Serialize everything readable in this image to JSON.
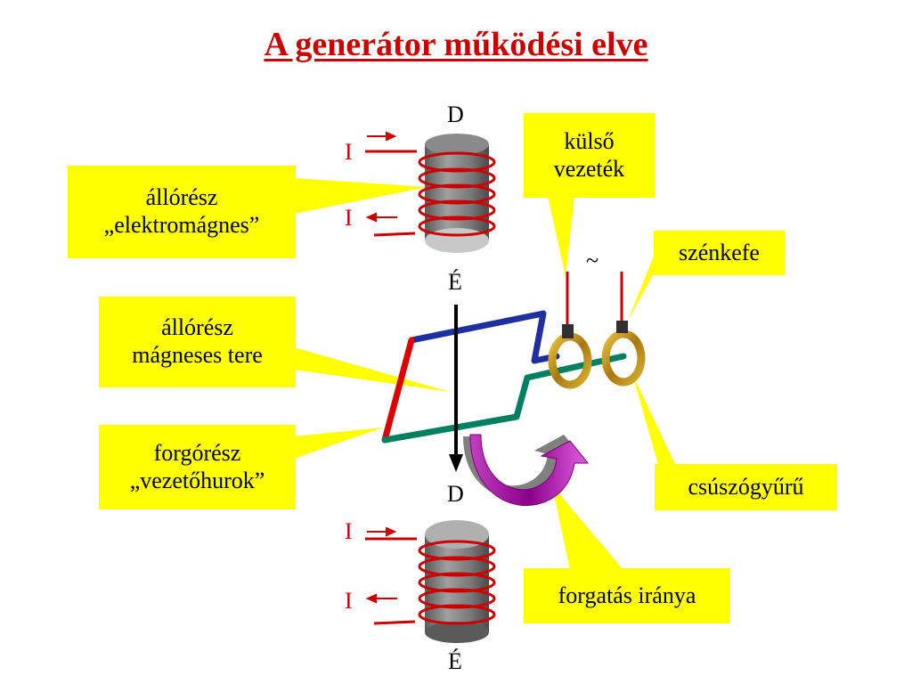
{
  "title": "A generátor működési elve",
  "poles": {
    "top_north": "D",
    "top_south": "É",
    "bottom_north": "D",
    "bottom_south": "É"
  },
  "current_labels": {
    "top_upper": "I",
    "top_lower": "I",
    "bottom_upper": "I",
    "bottom_lower": "I"
  },
  "ac_symbol": "~",
  "callouts": {
    "stator_electromagnet": {
      "line1": "állórész",
      "line2": "„elektromágnes”"
    },
    "stator_field": {
      "line1": "állórész",
      "line2": "mágneses tere"
    },
    "rotor_loop": {
      "line1": "forgórész",
      "line2": "„vezetőhurok”"
    },
    "external_wire": {
      "line1": "külső",
      "line2": "vezeték"
    },
    "carbon_brush": {
      "line1": "szénkefe"
    },
    "slip_ring": {
      "line1": "csúszógyűrű"
    },
    "rotation_direction": {
      "line1": "forgatás iránya"
    }
  },
  "colors": {
    "title": "#cc0000",
    "callout_fill": "#ffff00",
    "coil_wire": "#cc0000",
    "magnet_core": "#808080",
    "loop_top": "#1f2fa0",
    "loop_left": "#dd0000",
    "loop_bottom": "#008060",
    "slip_ring": "#c89a1a",
    "rotation_arrow": "#a000a0"
  }
}
